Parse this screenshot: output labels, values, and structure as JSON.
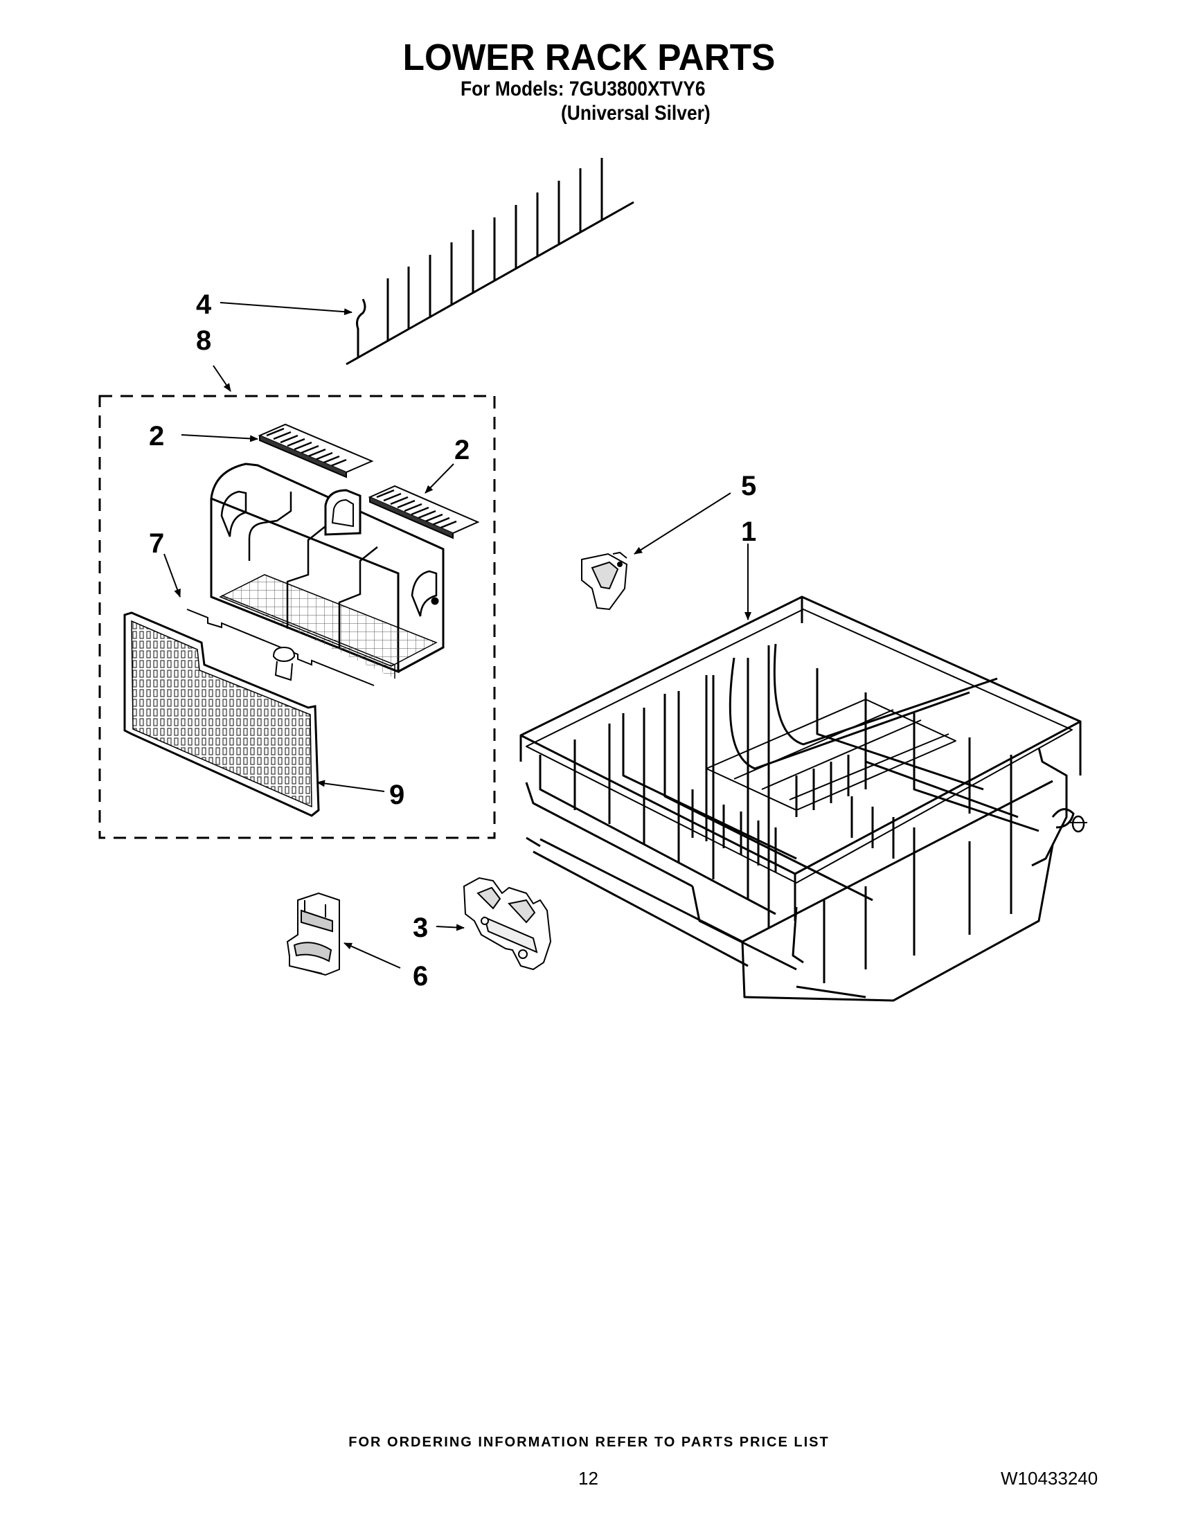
{
  "header": {
    "title": "LOWER RACK PARTS",
    "models_line": "For Models: 7GU3800XTVY6",
    "variant": "(Universal Silver)"
  },
  "callouts": {
    "c1": "1",
    "c2a": "2",
    "c2b": "2",
    "c3": "3",
    "c4": "4",
    "c5": "5",
    "c6": "6",
    "c7": "7",
    "c8": "8",
    "c9": "9"
  },
  "footer": {
    "ordering_note": "FOR ORDERING INFORMATION REFER TO PARTS PRICE LIST",
    "page_number": "12",
    "document_number": "W10433240"
  }
}
